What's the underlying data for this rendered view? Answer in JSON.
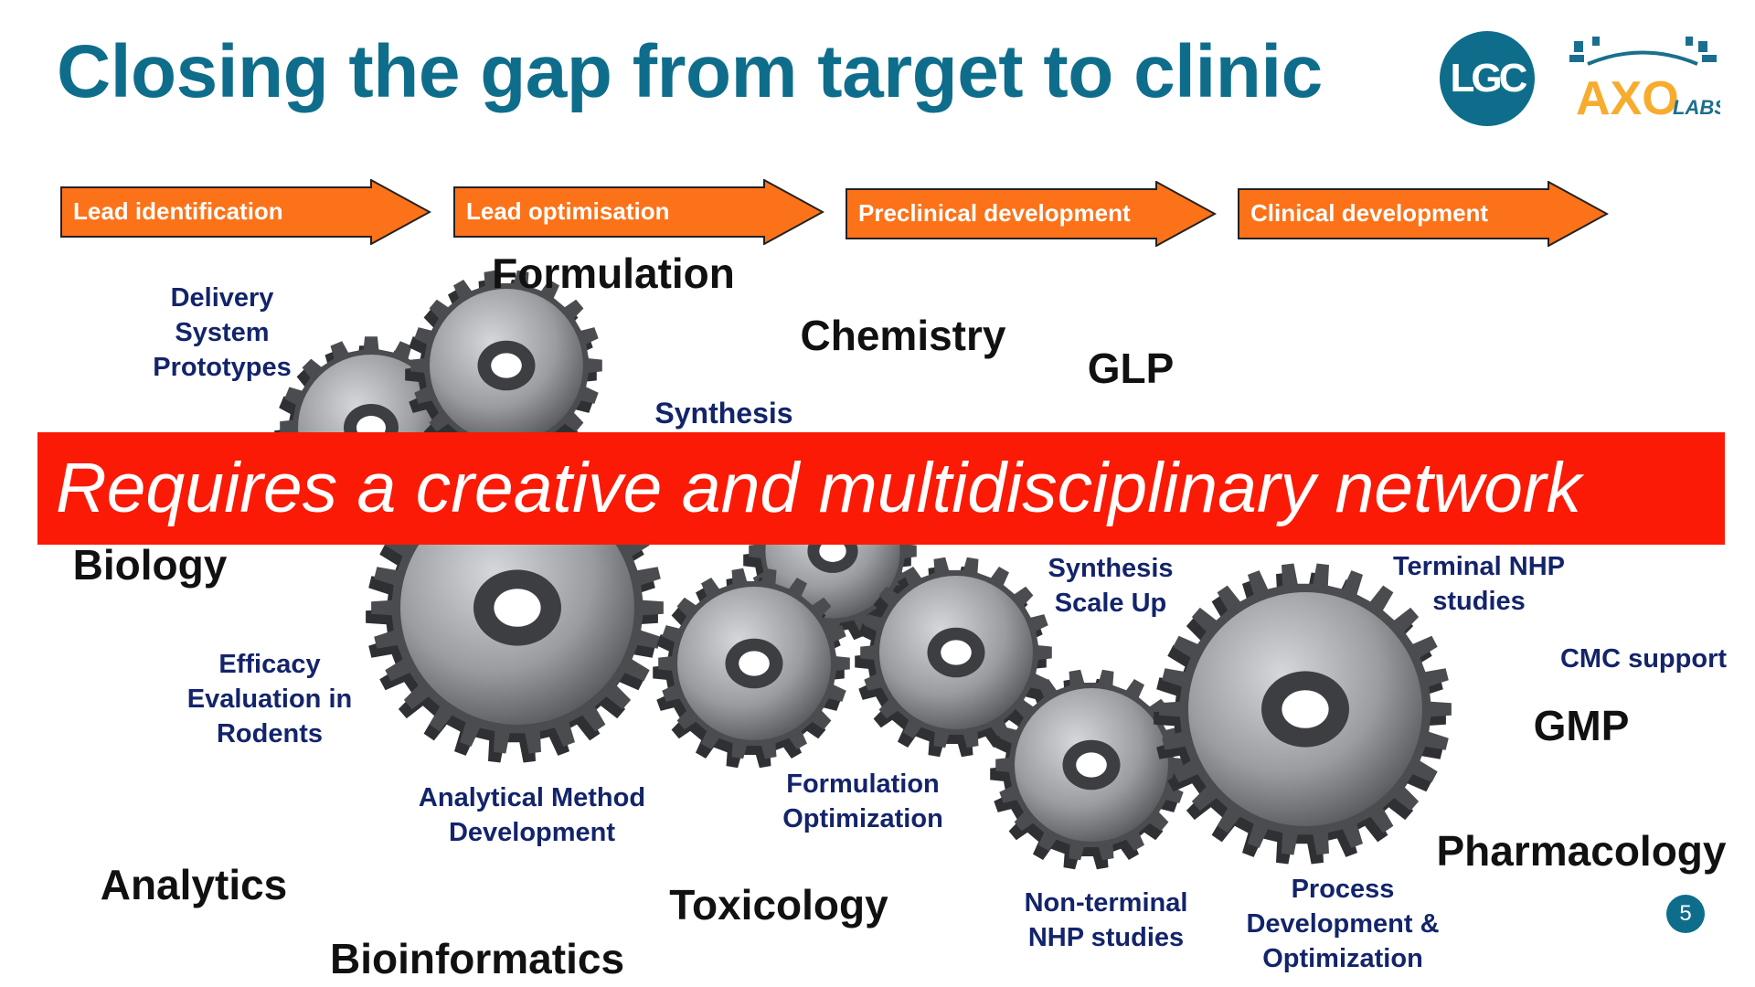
{
  "title": "Closing the gap from target to clinic",
  "logos": {
    "lgc": "LGC",
    "axolabs_main": "AXO",
    "axolabs_sub": "LABS"
  },
  "colors": {
    "title": "#0f6d8c",
    "arrow": "#fc7219",
    "banner": "#fb1a05",
    "label_blue": "#13246b"
  },
  "phases": [
    "Lead identification",
    "Lead optimisation",
    "Preclinical development",
    "Clinical development"
  ],
  "labels": {
    "formulation": "Formulation",
    "delivery": [
      "Delivery",
      "System",
      "Prototypes"
    ],
    "chemistry": "Chemistry",
    "glp": "GLP",
    "synthesis": "Synthesis",
    "biology": "Biology",
    "synthesis_scale_up": [
      "Synthesis",
      "Scale Up"
    ],
    "terminal_nhp": [
      "Terminal NHP",
      "studies"
    ],
    "cmc_support": "CMC support",
    "gmp": "GMP",
    "efficacy": [
      "Efficacy",
      "Evaluation in",
      "Rodents"
    ],
    "analytical_method": [
      "Analytical Method",
      "Development"
    ],
    "formulation_opt": [
      "Formulation",
      "Optimization"
    ],
    "pharmacology": "Pharmacology",
    "analytics": "Analytics",
    "toxicology": "Toxicology",
    "non_terminal_nhp": [
      "Non-terminal",
      "NHP studies"
    ],
    "process_dev": [
      "Process",
      "Development &",
      "Optimization"
    ],
    "bioinformatics": "Bioinformatics"
  },
  "banner": "Requires a creative and multidisciplinary network",
  "page_number": "5"
}
